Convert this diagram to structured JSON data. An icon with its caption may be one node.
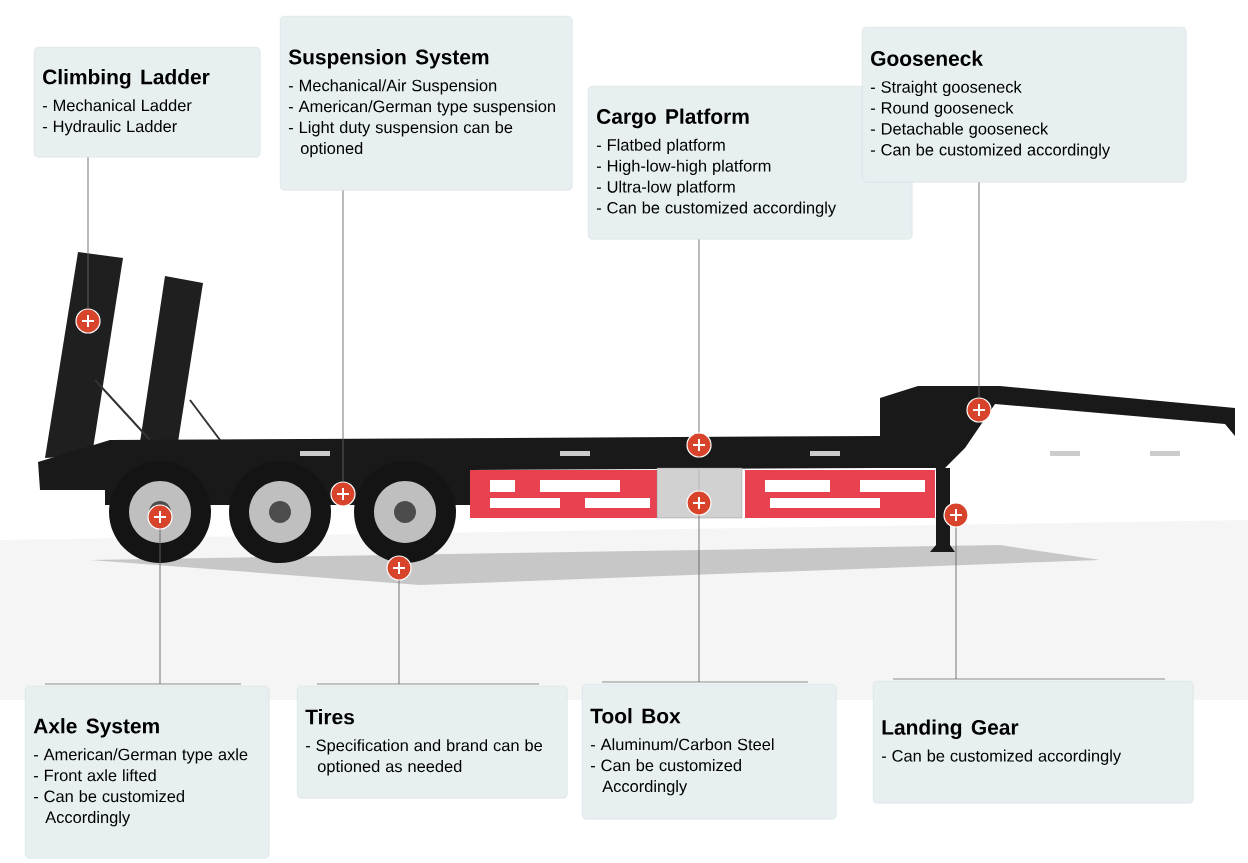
{
  "diagram": {
    "nodes": [
      {
        "text": [
          "Climbing Ladder",
          "- Mechanical Ladder",
          "- Hydraulic Ladder"
        ]
      },
      {
        "text": [
          "Suspension System",
          "- Mechanical/Air Suspension",
          "- American/German type suspension",
          "- Light duty suspension can be optioned"
        ]
      },
      {
        "text": [
          "Cargo Platform",
          "- Flatbed platform",
          "- High-low-high platform",
          "- Ultra-low platform",
          "- Can be customized accordingly"
        ]
      },
      {
        "text": [
          "Gooseneck",
          "- Straight gooseneck",
          "- Round gooseneck",
          "- Detachable gooseneck",
          "- Can be customized accordingly"
        ]
      },
      {
        "text": [
          "Axle System",
          "- American/German type axle",
          "- Front axle lifted",
          "- Can be customized Accordingly"
        ]
      },
      {
        "text": [
          "Tires",
          "- Specification and brand can be optioned as needed"
        ]
      },
      {
        "text": [
          "Tool Box",
          "- Aluminum/Carbon Steel",
          "- Can be customized Accordingly"
        ]
      },
      {
        "text": [
          "Landing Gear",
          "- Can be customized accordingly"
        ]
      },
      {
        "text": [],
        "shape": "circle"
      },
      {
        "text": [],
        "shape": "circle"
      },
      {
        "text": [],
        "shape": "circle"
      },
      {
        "text": [],
        "shape": "circle"
      },
      {
        "text": [],
        "shape": "circle"
      },
      {
        "text": [],
        "shape": "circle"
      },
      {
        "text": [],
        "shape": "circle"
      },
      {
        "text": [],
        "shape": "circle"
      }
    ],
    "edges": [
      {
        "from": 0,
        "to": 8,
        "arrow": "none"
      },
      {
        "from": 1,
        "to": 9,
        "arrow": "none"
      },
      {
        "from": 2,
        "to": 10,
        "arrow": "none"
      },
      {
        "from": 3,
        "to": 11,
        "arrow": "none"
      },
      {
        "from": 4,
        "to": 12,
        "arrow": "none"
      },
      {
        "from": 5,
        "to": 13,
        "arrow": "none"
      },
      {
        "from": 6,
        "to": 14,
        "arrow": "none"
      },
      {
        "from": 7,
        "to": 15,
        "arrow": "none"
      }
    ]
  }
}
